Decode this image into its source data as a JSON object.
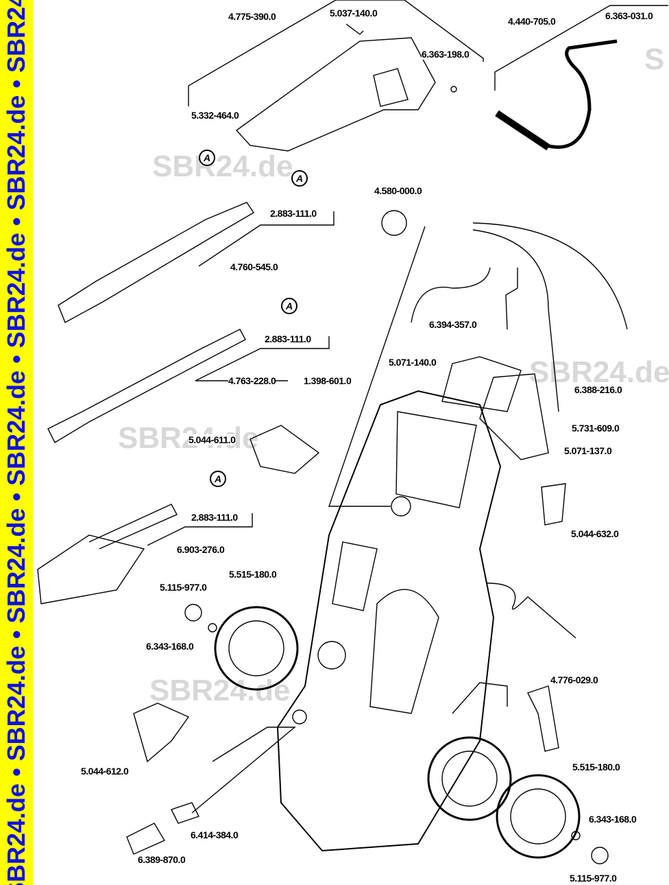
{
  "sidebar": {
    "watermark_text": "SBR24.de • SBR24.de • SBR24.de • SBR24.de • SBR24.de • SBR24.de • SBR24.de • S"
  },
  "watermarks": [
    "SBR24.de",
    "SBR24.de",
    "SBR24.de",
    "SBR24.de",
    "S"
  ],
  "callout_marker": "A",
  "parts": {
    "gun": "4.775-390.0",
    "clip": "5.037-140.0",
    "oring_gun": "6.363-198.0",
    "hose": "4.440-705.0",
    "oring_hose": "6.363-031.0",
    "spring": "5.332-464.0",
    "nozzle_nut_1": "2.883-111.0",
    "vario_lance": "4.760-545.0",
    "pressure_knob": "4.580-000.0",
    "suction_tube": "6.394-357.0",
    "nozzle_nut_2": "2.883-111.0",
    "detergent_tank_1": "5.071-140.0",
    "dirtblaster_lance": "4.763-228.0",
    "lance_set": "1.398-601.0",
    "detergent_hose": "6.388-216.0",
    "filter": "5.731-609.0",
    "detergent_tank_2": "5.071-137.0",
    "holder_1": "5.044-611.0",
    "nozzle_nut_3": "2.883-111.0",
    "holder_2": "5.044-632.0",
    "brush": "6.903-276.0",
    "wheel_1": "5.515-180.0",
    "hub_cap_1": "5.115-977.0",
    "washer_1": "6.343-168.0",
    "crank": "4.776-029.0",
    "wheel_2": "5.515-180.0",
    "holder_3": "5.044-612.0",
    "washer_2": "6.343-168.0",
    "connector": "6.414-384.0",
    "coupling": "6.389-870.0",
    "hub_cap_2": "5.115-977.0"
  }
}
